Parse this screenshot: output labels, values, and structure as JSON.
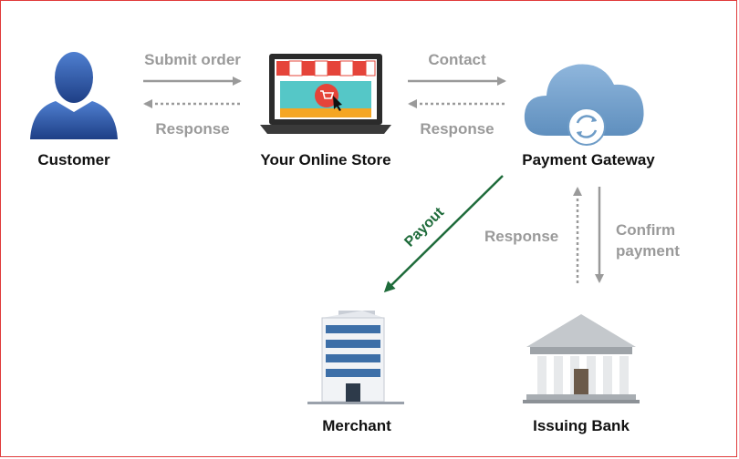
{
  "nodes": {
    "customer": "Customer",
    "store": "Your Online Store",
    "gateway": "Payment Gateway",
    "merchant": "Merchant",
    "bank": "Issuing Bank"
  },
  "edges": {
    "submit_order": "Submit order",
    "customer_response": "Response",
    "contact": "Contact",
    "store_response": "Response",
    "payout": "Payout",
    "bank_response": "Response",
    "confirm_payment": "Confirm\npayment"
  },
  "colors": {
    "border": "#e03a3a",
    "arrow_gray": "#9a9a9a",
    "payout_green": "#1e6b3a",
    "person_blue": "#2a4f9a",
    "cloud_blue": "#6e9cc7",
    "awning_red": "#e5443a"
  }
}
